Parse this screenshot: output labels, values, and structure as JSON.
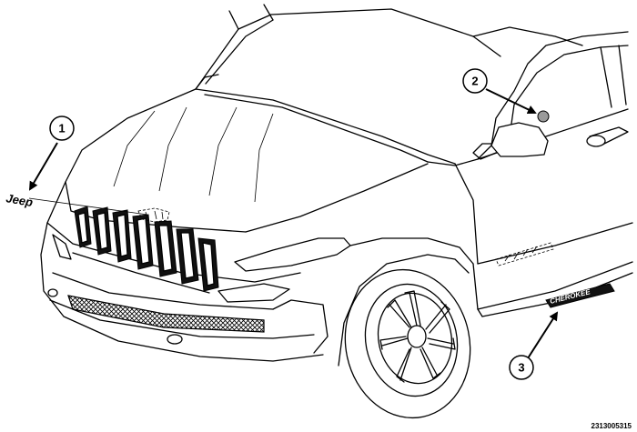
{
  "callouts": [
    {
      "number": "1"
    },
    {
      "number": "2"
    },
    {
      "number": "3"
    }
  ],
  "badges": {
    "front": "Jeep",
    "side": "CHEROKEE"
  },
  "figure_id": "2313005315"
}
